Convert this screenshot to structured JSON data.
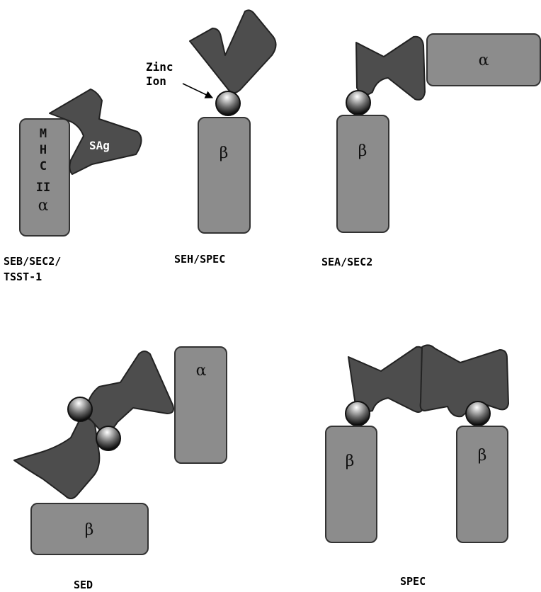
{
  "labels": {
    "panel1_caption_line1": "SEB/SEC2/",
    "panel1_caption_line2": "TSST-1",
    "panel2_caption": "SEH/SPEC",
    "panel3_caption": "SEA/SEC2",
    "panel4_caption": "SED",
    "panel5_caption": "SPEC",
    "mhc_letters": [
      "M",
      "H",
      "C",
      "II"
    ],
    "alpha": "α",
    "beta": "β",
    "sag": "SAg",
    "zinc_line1": "Zinc",
    "zinc_line2": "Ion"
  },
  "colors": {
    "mhc_chain": "#8c8c8c",
    "superantigen": "#4d4d4d",
    "background": "#ffffff"
  }
}
